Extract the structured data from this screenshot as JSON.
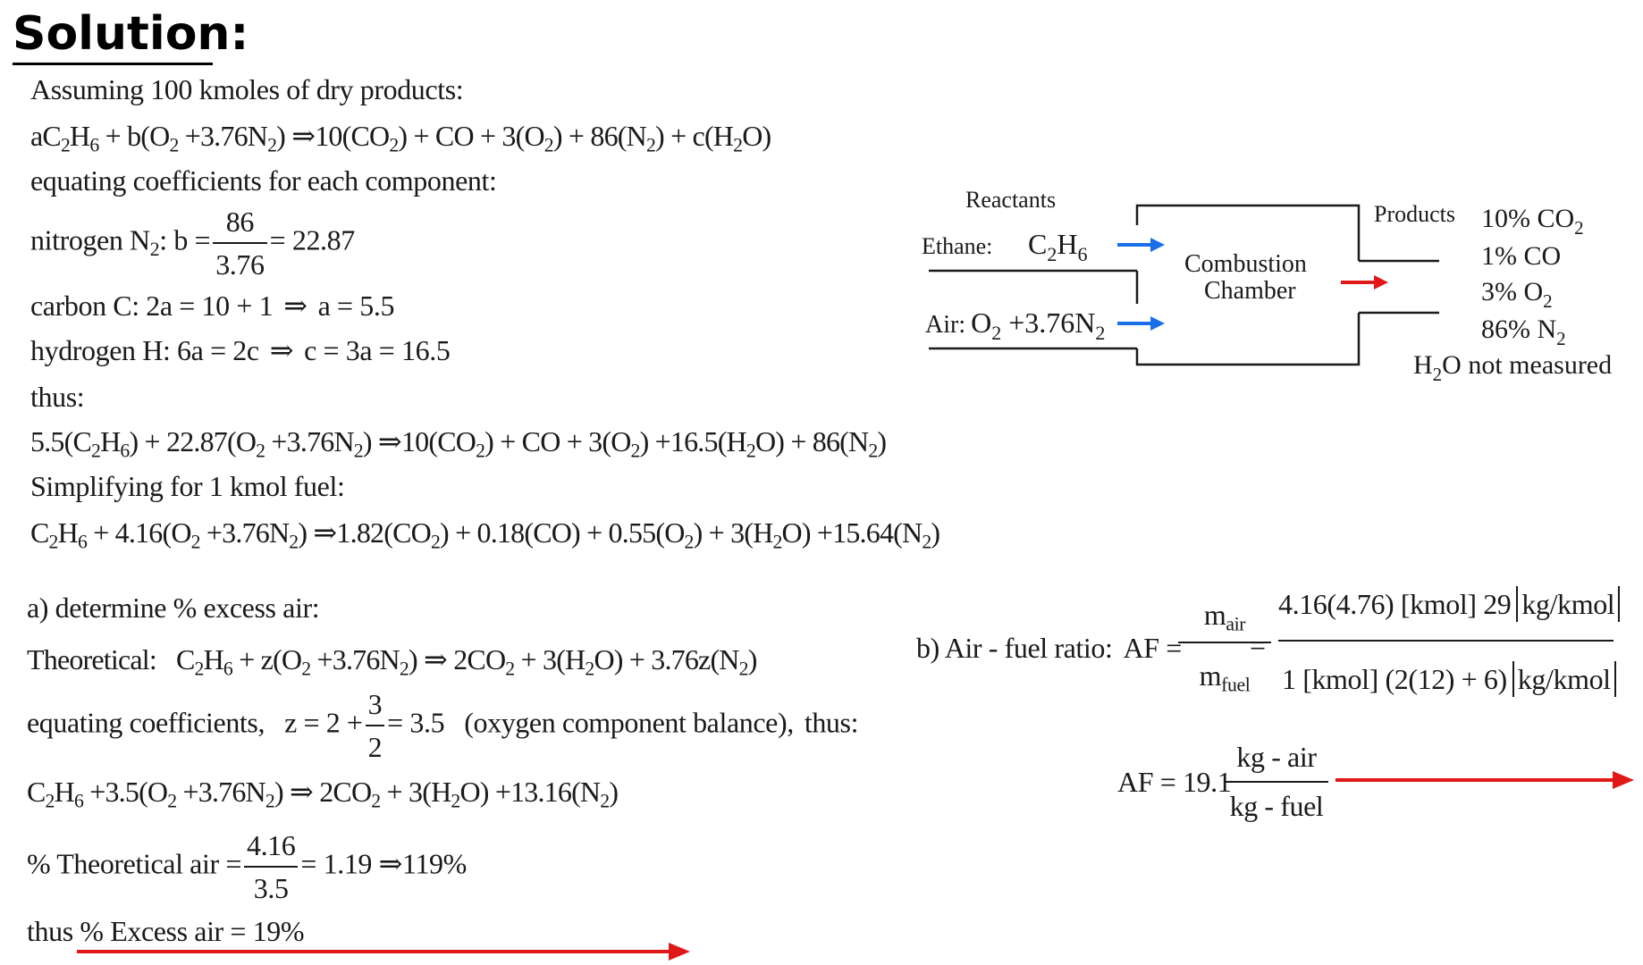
{
  "heading": "Solution:",
  "left": {
    "assume": "Assuming 100 kmoles of dry products:",
    "general_eq": {
      "a": "aC",
      "b": "H",
      "c": " + b(O",
      "d": " +3.76N",
      "e": ") ⇒10(CO",
      "f": ") + CO + 3(O",
      "g": ") + 86(N",
      "h": ") + c(H",
      "i": "O)",
      "s2": "2",
      "s6": "6"
    },
    "equating": "equating coefficients for each component:",
    "nitrogen": {
      "label": "nitrogen N",
      "mid": ":  b =",
      "num": "86",
      "den": "3.76",
      "result": "= 22.87"
    },
    "carbon": {
      "text": "carbon C:  2a = 10 + 1",
      "arrow": "⇒",
      "result": "a = 5.5"
    },
    "hydrogen": {
      "text": "hydrogen H:  6a = 2c",
      "arrow": "⇒",
      "result": "c = 3a = 16.5"
    },
    "thus": "thus:",
    "balanced": {
      "p1": "5.5(C",
      "p2": "H",
      "p3": ") + 22.87(O",
      "p4": " +3.76N",
      "p5": ") ⇒10(CO",
      "p6": ") + CO + 3(O",
      "p7": ") +16.5(H",
      "p8": "O) + 86(N",
      "p9": ")"
    },
    "simplify": "Simplifying for 1 kmol fuel:",
    "per_fuel": {
      "p1": "C",
      "p2": "H",
      "p3": " + 4.16(O",
      "p4": " +3.76N",
      "p5": ") ⇒1.82(CO",
      "p6": ") + 0.18(CO) + 0.55(O",
      "p7": ") + 3(H",
      "p8": "O) +15.64(N",
      "p9": ")"
    },
    "part_a": "a) determine % excess air:",
    "theoretical": {
      "label": "Theoretical:",
      "p1": "C",
      "p2": "H",
      "p3": " + z(O",
      "p4": " +3.76N",
      "p5": ") ⇒ 2CO",
      "p6": " + 3(H",
      "p7": "O) + 3.76z(N",
      "p8": ")"
    },
    "oxygen": {
      "lead": "equating coefficients,",
      "z": "z = 2 +",
      "num": "3",
      "den": "2",
      "result": "= 3.5",
      "note": "(oxygen component balance),",
      "thus": "thus:"
    },
    "theo_eq": {
      "p1": "C",
      "p2": "H",
      "p3": " +3.5(O",
      "p4": " +3.76N",
      "p5": ") ⇒ 2CO",
      "p6": " + 3(H",
      "p7": "O) +13.16(N",
      "p8": ")"
    },
    "pct_theo": {
      "label": "% Theoretical air  =",
      "num": "4.16",
      "den": "3.5",
      "result": "= 1.19 ⇒119%"
    },
    "excess": "thus % Excess air  = 19%"
  },
  "diagram": {
    "reactants": "Reactants",
    "ethane": "Ethane:",
    "ethane_c": "C",
    "ethane_h": "H",
    "air": "Air:",
    "air_o": "O",
    "air_n": " +3.76N",
    "chamber_1": "Combustion",
    "chamber_2": "Chamber",
    "products": "Products",
    "co2": "10% CO",
    "co": "1% CO",
    "o2": "3% O",
    "n2": "86% N",
    "h2o_h": "H",
    "h2o_rest": "O not measured",
    "sub2": "2",
    "sub6": "6"
  },
  "right": {
    "part_b": "b) Air - fuel ratio:",
    "af": "AF =",
    "m": "m",
    "air": "air",
    "fuel": "fuel",
    "eq": "=",
    "num": "4.16(4.76) [kmol]  29",
    "den": "1 [kmol]  (2(12) + 6)",
    "unit": "kg/kmol",
    "result_lead": "AF = 19.1",
    "res_num": "kg - air",
    "res_den": "kg - fuel"
  },
  "colors": {
    "blue_arrow": "#1a6fe8",
    "red_arrow": "#e01818"
  }
}
